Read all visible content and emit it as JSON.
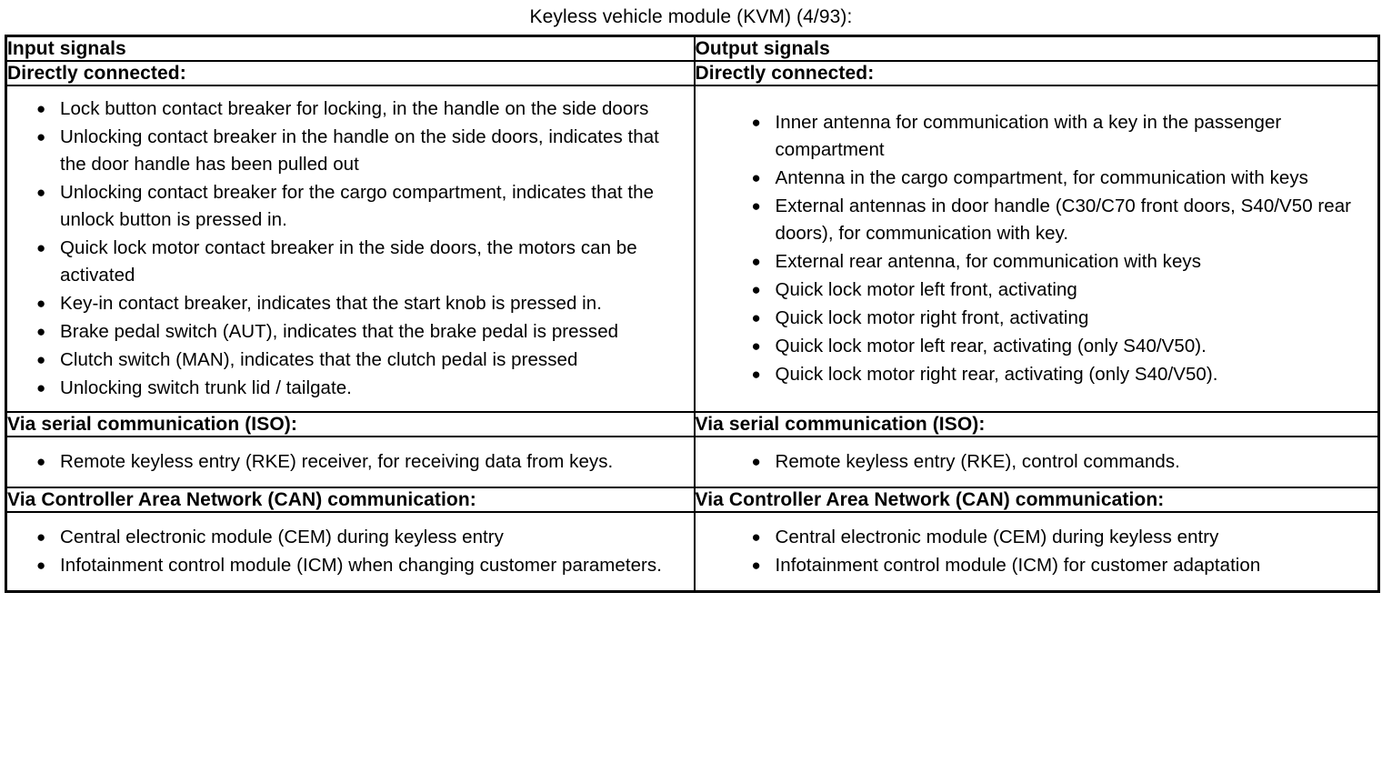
{
  "document": {
    "title": "Keyless vehicle module (KVM) (4/93):"
  },
  "table": {
    "headers": {
      "input": "Input signals",
      "output": "Output signals"
    },
    "sections": [
      {
        "key": "directly_connected",
        "left_heading": "Directly connected:",
        "right_heading": "Directly connected:",
        "left_items": [
          "Lock button contact breaker for locking, in the handle on the side doors",
          "Unlocking contact breaker in the handle on the side doors, indicates that the door handle has been pulled out",
          "Unlocking contact breaker for the cargo compartment, indicates that the unlock button is pressed in.",
          "Quick lock motor contact breaker in the side doors, the motors can be activated",
          "Key-in contact breaker, indicates that the start knob is pressed in.",
          "Brake pedal switch (AUT), indicates that the brake pedal is pressed",
          "Clutch switch (MAN), indicates that the clutch pedal is pressed",
          "Unlocking switch trunk lid / tailgate."
        ],
        "right_items": [
          "Inner antenna for communication with a key in the passenger compartment",
          "Antenna in the cargo compartment, for communication with keys",
          "External antennas in door handle (C30/C70 front doors, S40/V50 rear doors), for communication with key.",
          "External rear antenna, for communication with keys",
          "Quick lock motor left front, activating",
          "Quick lock motor right front, activating",
          "Quick lock motor left rear, activating (only S40/V50).",
          "Quick lock motor right rear, activating (only S40/V50)."
        ]
      },
      {
        "key": "serial_iso",
        "left_heading": "Via serial communication (ISO):",
        "right_heading": "Via serial communication (ISO):",
        "left_items": [
          "Remote keyless entry (RKE) receiver, for receiving data from keys."
        ],
        "right_items": [
          "Remote keyless entry (RKE), control commands."
        ]
      },
      {
        "key": "can",
        "left_heading": "Via Controller Area Network (CAN) communication:",
        "right_heading": "Via Controller Area Network (CAN) communication:",
        "left_items": [
          "Central electronic module (CEM) during keyless entry",
          "Infotainment control module (ICM) when changing customer parameters."
        ],
        "right_items": [
          "Central electronic module (CEM) during keyless entry",
          "Infotainment control module (ICM) for customer adaptation"
        ]
      }
    ]
  },
  "glyphs": {
    "bullet": "●"
  },
  "colors": {
    "text": "#000000",
    "background": "#ffffff",
    "border": "#000000"
  }
}
